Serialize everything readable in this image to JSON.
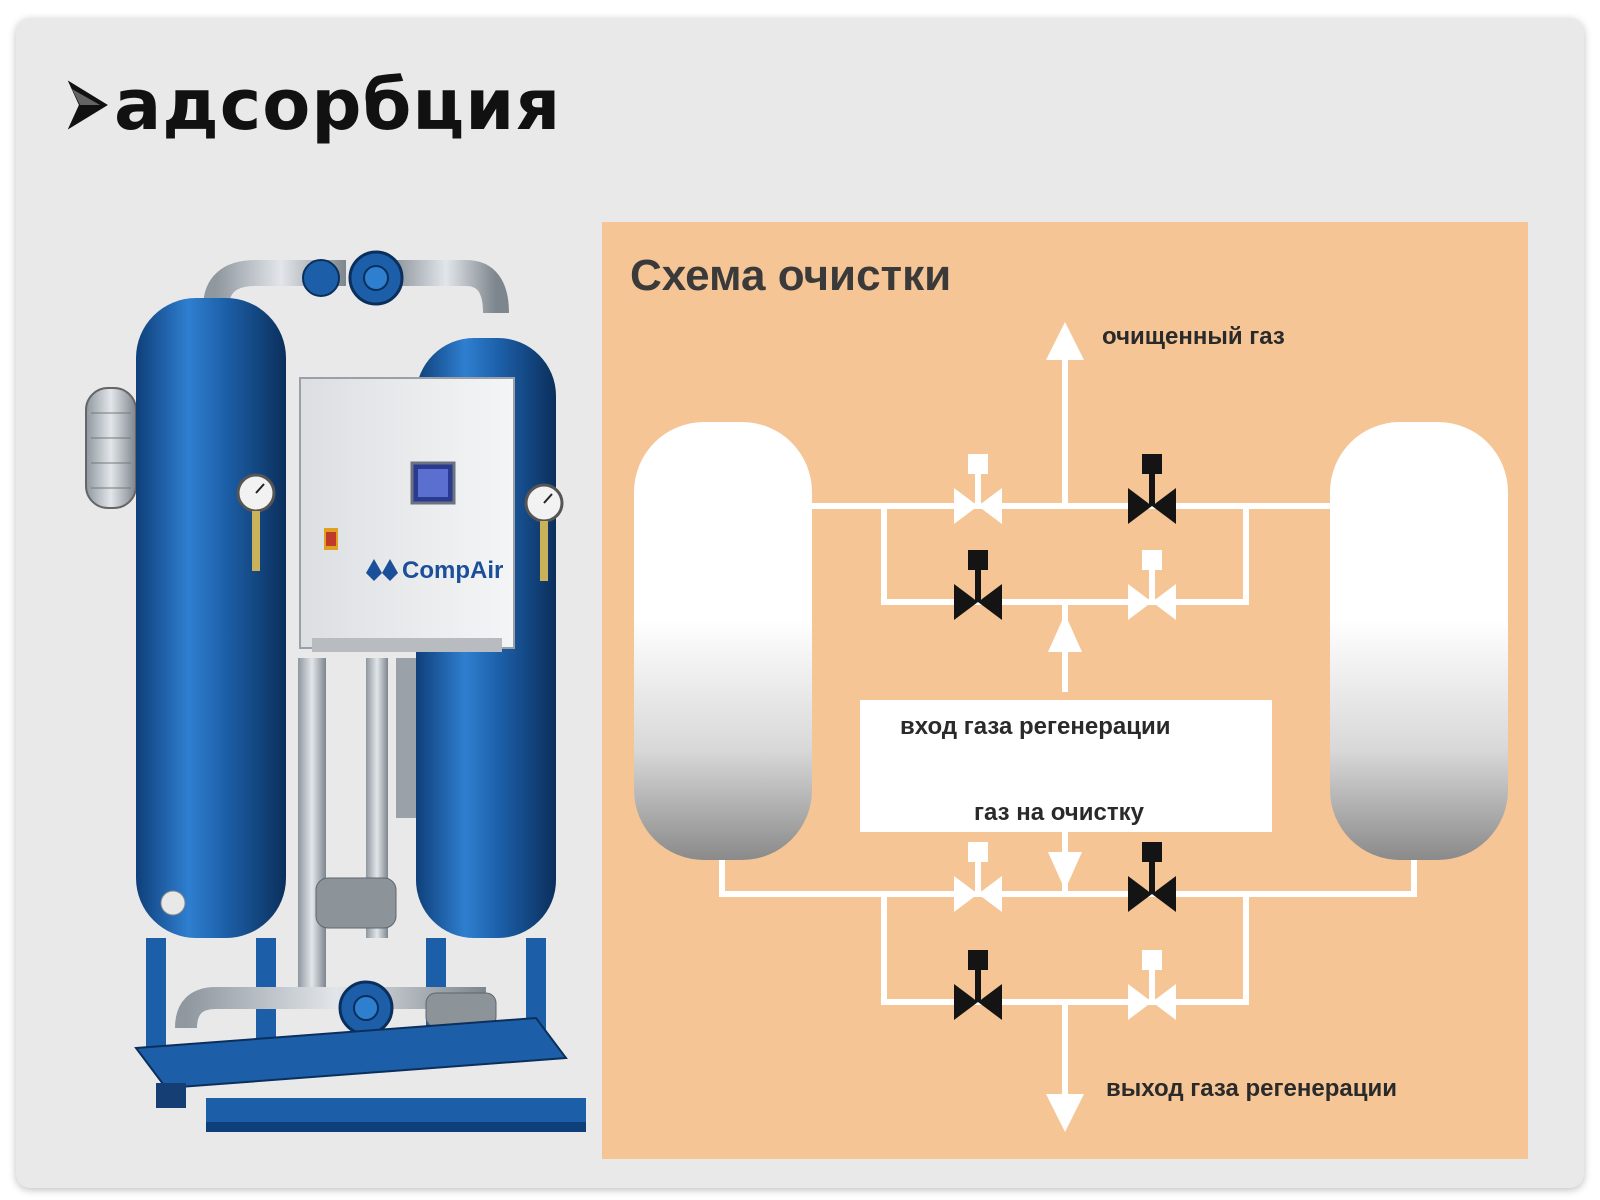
{
  "slide": {
    "title": "адсорбция",
    "bullet_icon": "arrowhead-bullet-icon"
  },
  "photo": {
    "brand": "CompAir",
    "icons": [
      "dryer-vessel-icon",
      "control-cabinet-icon",
      "pressure-gauge-icon",
      "compair-logo-icon"
    ]
  },
  "scheme": {
    "title": "Схема очистки",
    "labels": {
      "clean_gas": "очищенный газ",
      "regen_in": "вход газа регенерации",
      "gas_in": "газ на очистку",
      "regen_out": "выход газа регенерации"
    }
  },
  "colors": {
    "slide_bg": "#e9e9e9",
    "scheme_bg": "#f5c595",
    "pipe": "#ffffff",
    "vessel_blue": "#1c5fa8",
    "valve_closed": "#141414",
    "valve_open": "#ffffff"
  }
}
